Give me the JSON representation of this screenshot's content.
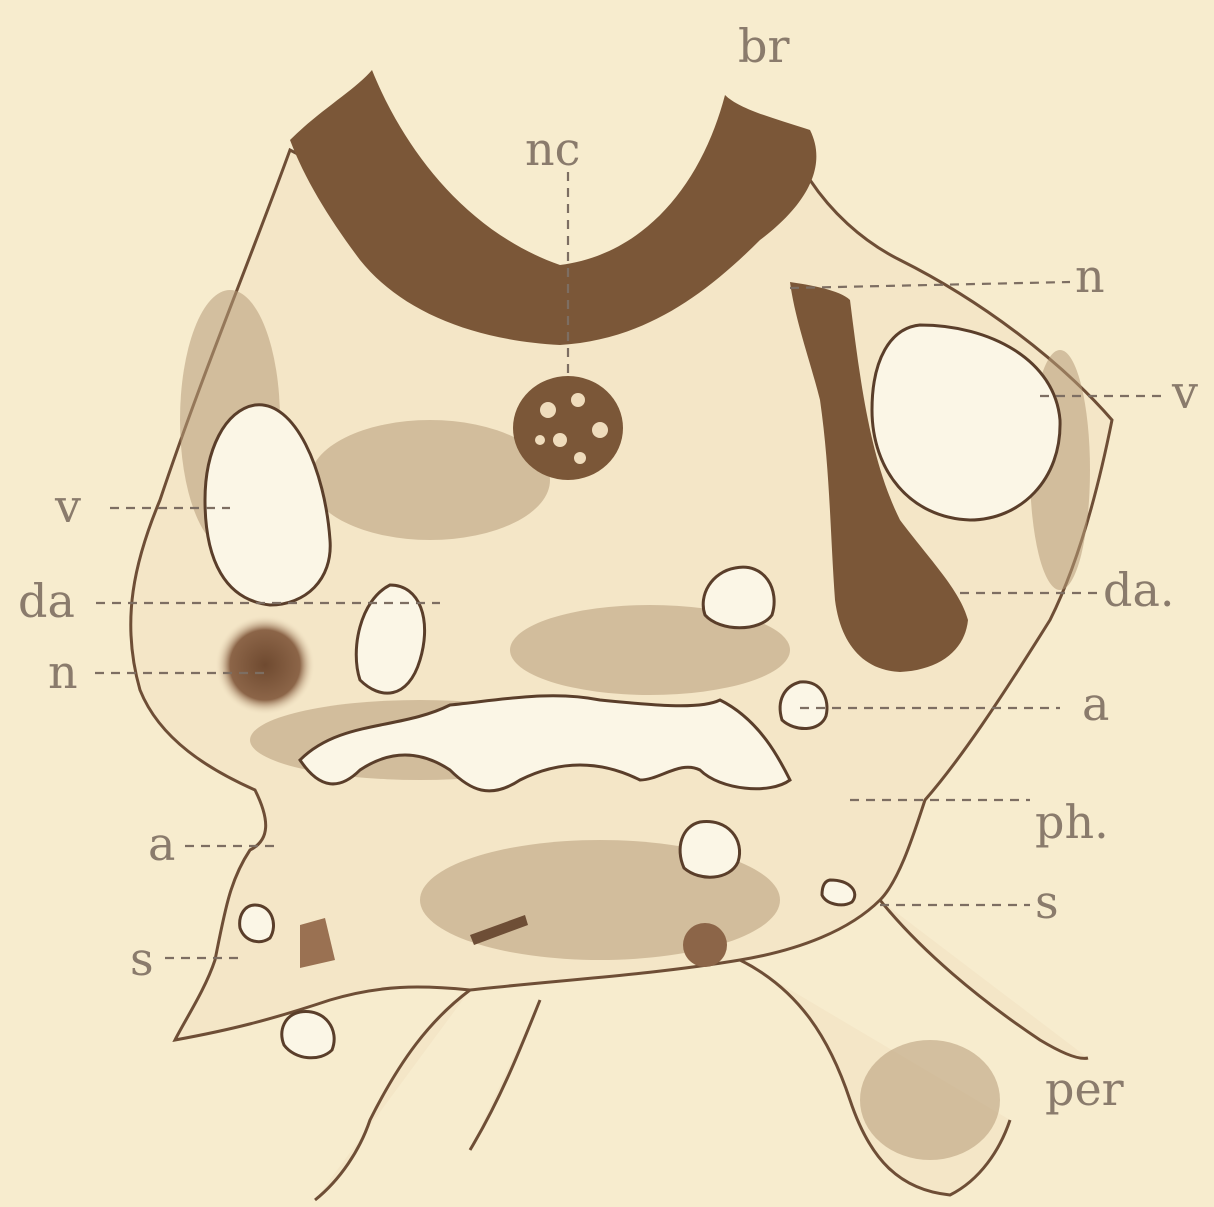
{
  "figure": {
    "background": "#f7ecce",
    "ink": "#6e4e36",
    "label_color": "#8a7b6c"
  },
  "labels": {
    "br": "br",
    "nc": "nc",
    "n_right": "n",
    "v_right": "v",
    "v_left": "v",
    "da_left": "da",
    "da_right": "da.",
    "n_left": "n",
    "a_right": "a",
    "ph": "ph.",
    "a_left": "a",
    "s_right": "s",
    "s_left": "s",
    "per": "per"
  }
}
